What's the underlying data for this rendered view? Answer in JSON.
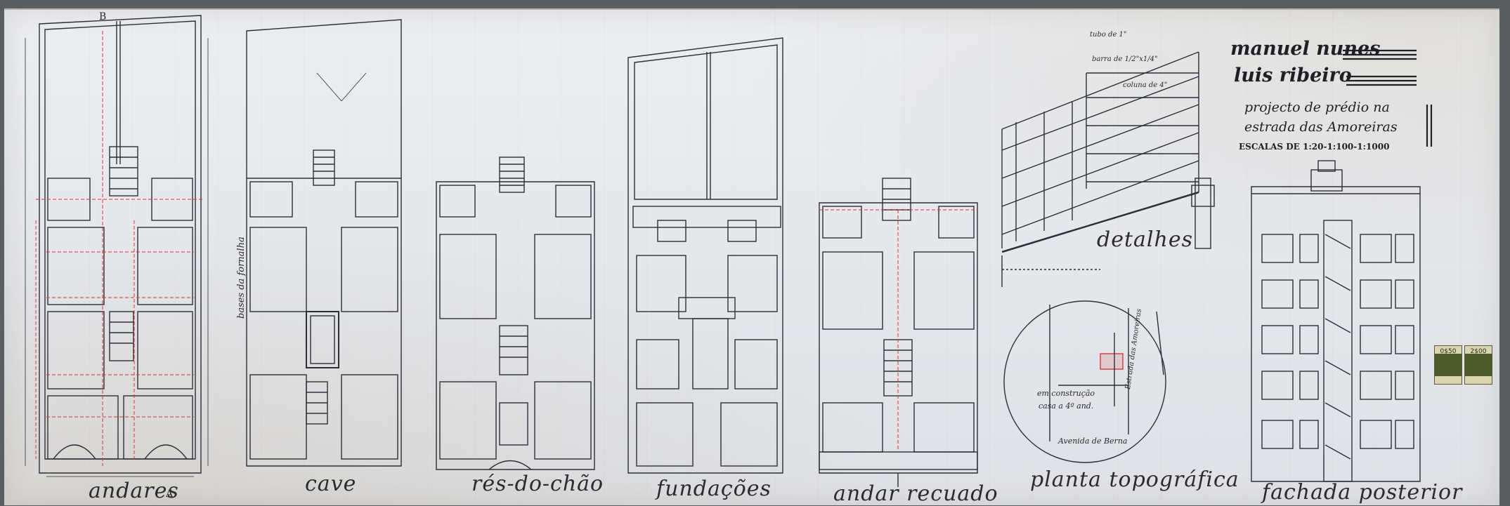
{
  "drawing": {
    "labels": {
      "andares": "andares",
      "cave": "cave",
      "res_do_chao": "rés-do-chão",
      "fundacoes": "fundações",
      "andar_recuado": "andar recuado",
      "detalhes": "detalhes",
      "planta_topografica": "planta topográfica",
      "fachada_posterior": "fachada posterior"
    },
    "corner_marks": {
      "b": "B",
      "a": "A"
    },
    "title_block": {
      "author_1": "manuel nunes",
      "author_2": "luis ribeiro",
      "project_line_1": "projecto de prédio na",
      "project_line_2": "estrada das Amoreiras",
      "scales": "ESCALAS DE 1:20-1:100-1:1000"
    },
    "detail_notes": {
      "note_1": "tubo de 1\"",
      "note_2": "barra de 1/2\"x1/4\"",
      "note_3": "coluna de 4\""
    },
    "topographic_notes": {
      "note_1": "em construção",
      "note_2": "casa a 4º and.",
      "street_1": "Estrada das Amoreiras",
      "street_2": "Avenida de Berna"
    },
    "cave_vertical_note": "bases da fornalha",
    "stamps": {
      "stamp_1": "0$50",
      "stamp_2": "2$00"
    }
  }
}
